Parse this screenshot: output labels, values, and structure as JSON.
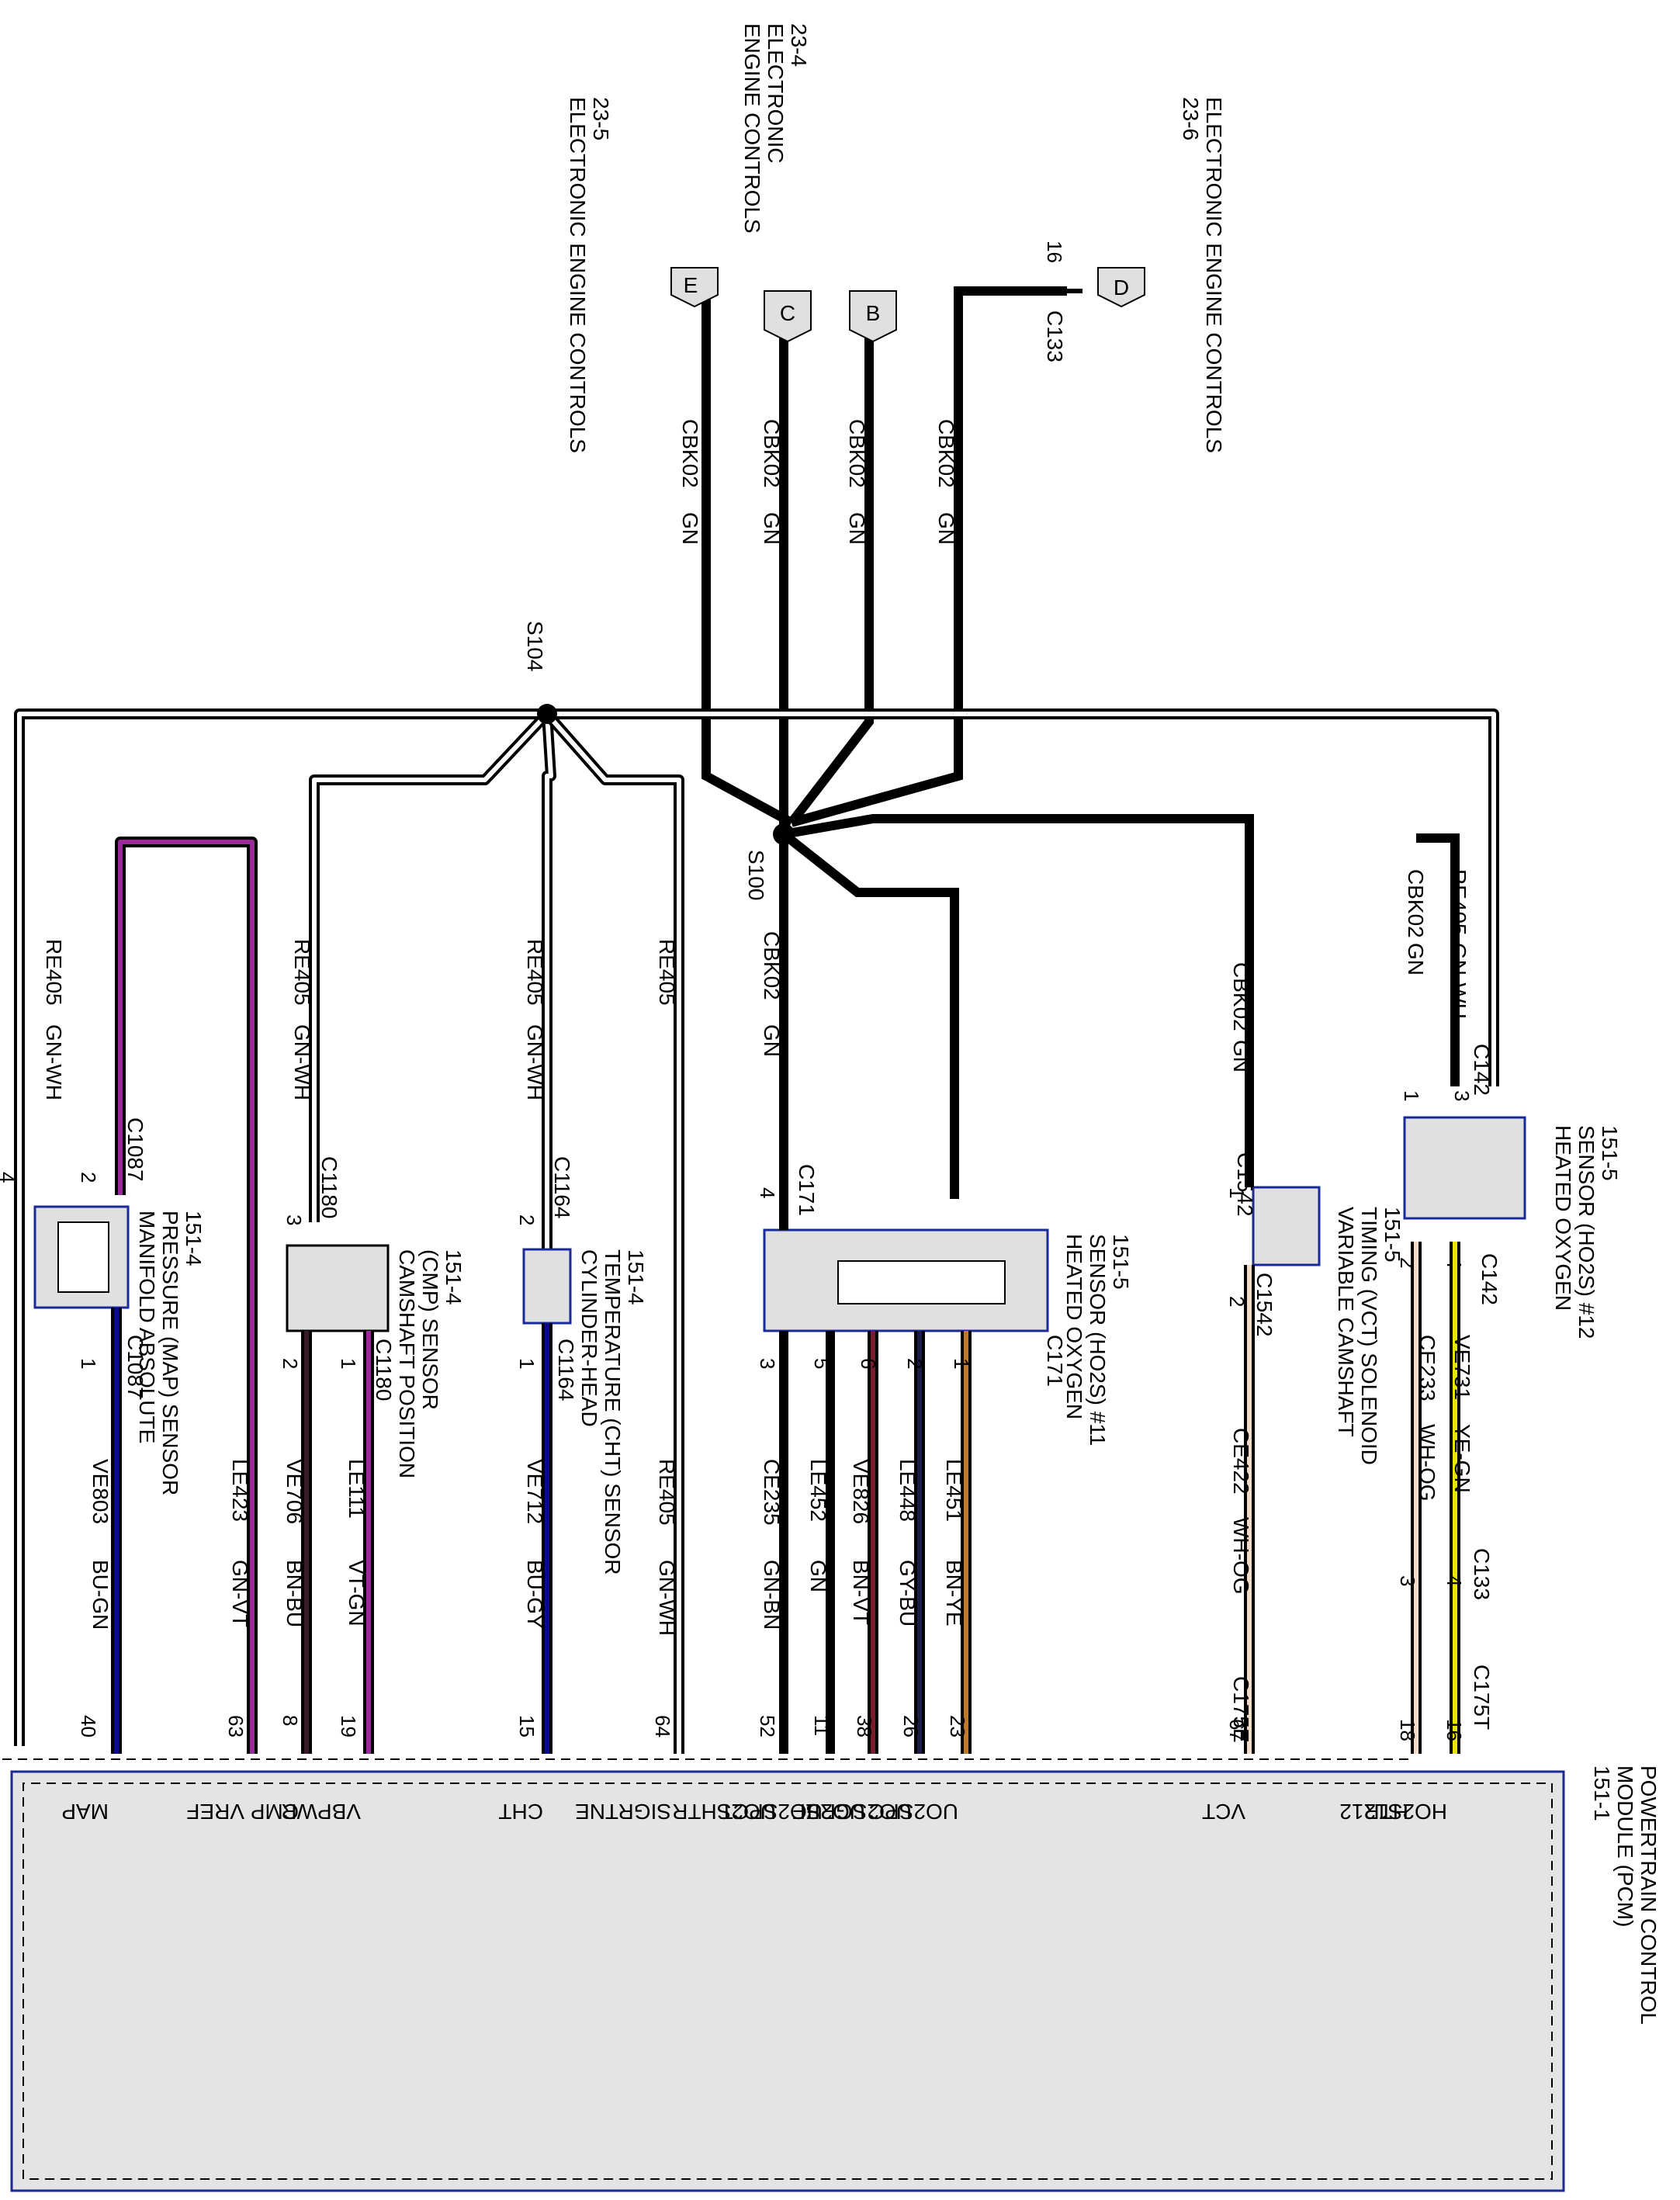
{
  "header_labels": {
    "e_source_title": "ELECTRONIC ENGINE CONTROLS",
    "e_source_page": "23-5",
    "cb_source_title_1": "ELECTRONIC",
    "cb_source_title_2": "ENGINE CONTROLS",
    "cb_source_page": "23-4",
    "d_source_title": "ELECTRONIC ENGINE CONTROLS",
    "d_source_page": "23-6"
  },
  "connectors": {
    "e": "E",
    "c": "C",
    "b": "B",
    "d": "D",
    "c133_top_pin": "16",
    "c133_top": "C133"
  },
  "wires": {
    "cbk02": "CBK02",
    "gn": "GN",
    "re405": "RE405",
    "gn_wh": "GN-WH",
    "ve731": "VE731",
    "ye_gn": "YE-GN",
    "ce233": "CE233",
    "wh_og": "WH-OG",
    "ce422": "CE422",
    "le451": "LE451",
    "bn_ye": "BN-YE",
    "le448": "LE448",
    "gy_bu": "GY-BU",
    "ve826": "VE826",
    "bn_vt": "BN-VT",
    "le452": "LE452",
    "ce235": "CE235",
    "gn_bn": "GN-BN",
    "ve712": "VE712",
    "bu_gy": "BU-GY",
    "le111": "LE111",
    "vt_gn": "VT-GN",
    "ve706": "VE706",
    "bn_bu": "BN-BU",
    "le423": "LE423",
    "gn_vt": "GN-VT",
    "ve803": "VE803",
    "bu_gn": "BU-GN"
  },
  "splices": {
    "s104": "S104",
    "s100": "S100"
  },
  "components": {
    "ho2s12": [
      "HEATED OXYGEN",
      "SENSOR (HO2S) #12",
      "151-5"
    ],
    "vct": [
      "VARIABLE CAMSHAFT",
      "TIMING (VCT) SOLENOID",
      "151-5"
    ],
    "ho2s11": [
      "HEATED OXYGEN",
      "SENSOR (HO2S) #11",
      "151-5"
    ],
    "cht": [
      "CYLINDER-HEAD",
      "TEMPERATURE (CHT) SENSOR",
      "151-4"
    ],
    "cmp": [
      "CAMSHAFT POSITION",
      "(CMP) SENSOR",
      "151-4"
    ],
    "map": [
      "MANIFOLD ABSOLUTE",
      "PRESSURE (MAP) SENSOR",
      "151-4"
    ],
    "pcm": [
      "POWERTRAIN CONTROL",
      "MODULE (PCM)",
      "151-1"
    ]
  },
  "connector_ids": {
    "c142": "C142",
    "c133": "C133",
    "c175t": "C175T",
    "c1542": "C1542",
    "c175e": "C175E",
    "c171": "C171",
    "c1164": "C1164",
    "c1180": "C1180",
    "c1087": "C1087"
  },
  "pins": {
    "ho2s12_in1": "1",
    "ho2s12_in3": "3",
    "ho2s12_out2": "2",
    "ho2s12_out4": "4",
    "c133_3": "3",
    "c133_4": "4",
    "pcm_18": "18",
    "pcm_16": "16",
    "vct_in1": "1",
    "vct_out2": "2",
    "pcm_67": "67",
    "ho2s11_in4": "4",
    "ho2s11_3": "3",
    "ho2s11_5": "5",
    "ho2s11_6": "6",
    "ho2s11_2": "2",
    "ho2s11_1": "1",
    "pcm_52": "52",
    "pcm_11": "11",
    "pcm_38": "38",
    "pcm_26": "26",
    "pcm_23": "23",
    "pcm_64": "64",
    "cht_2": "2",
    "cht_1": "1",
    "pcm_15": "15",
    "cmp_3": "3",
    "cmp_2": "2",
    "cmp_1": "1",
    "pcm_8": "8",
    "pcm_19": "19",
    "pcm_63": "63",
    "map_4": "4",
    "map_2": "2",
    "map_1": "1",
    "pcm_40": "40"
  },
  "pcm_signals": {
    "map": "MAP",
    "vref": "VREF",
    "cmp": "CMP",
    "vbpwr": "VBPWR",
    "cht": "CHT",
    "sigrtne": "SIGRTNE",
    "uo2shtr": "UO2SHTR",
    "uo2spct": "UO2SPCT",
    "uo2s": "UO2S",
    "uo2sgref": "UO2SGREF",
    "uo2spc": "UO2SPC",
    "vct": "VCT",
    "htr12": "HTR12",
    "ho2s12": "HO2S12"
  },
  "colors": {
    "ground_wire": "#000000",
    "gn_wh_wire": "#2b2b2b",
    "vt_gn_wire": "#9b2a9b",
    "blue_wire": "#0a0a8c",
    "bn_vt_wire": "#7a1c2c",
    "gy_bu_wire": "#1c1c4a",
    "bn_bu_wire": "#3a1a2a",
    "ye_gn_wire": "#e6e600",
    "wh_og_wire": "#f2dcc8",
    "bn_ye_wire": "#c07a2a",
    "component_fill": "#e0e0e0",
    "pcm_fill": "#e4e4e4",
    "pcm_border": "#1a2a9a"
  }
}
